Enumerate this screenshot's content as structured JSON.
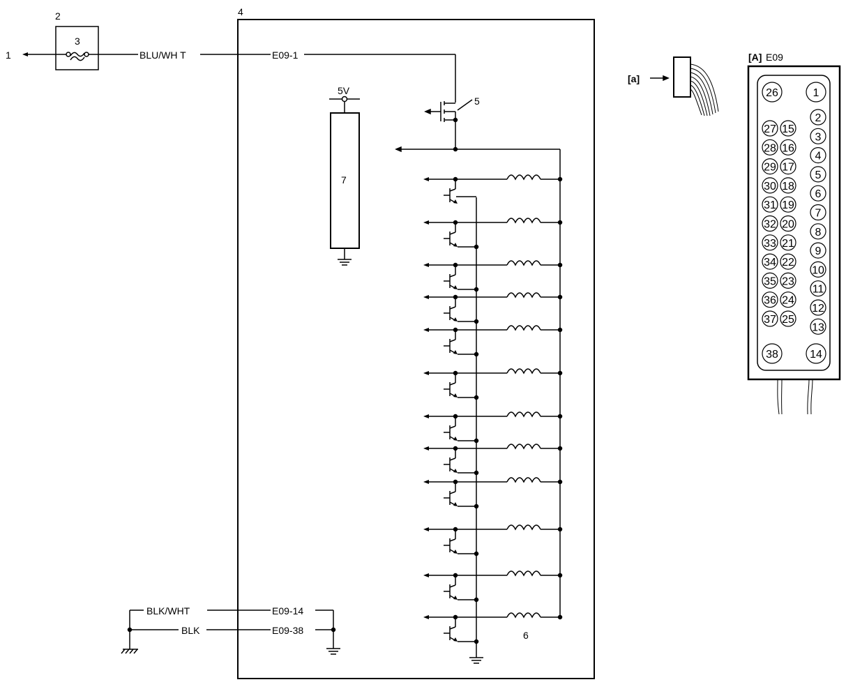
{
  "callouts": {
    "c1": "1",
    "c2": "2",
    "c3": "3",
    "c4": "4",
    "c5": "5",
    "c6": "6",
    "c7": "7"
  },
  "wires": {
    "top": "BLU/WH T",
    "ground1": "BLK/WHT",
    "ground2": "BLK"
  },
  "terminals": {
    "supply": "E09-1",
    "ground1": "E09-14",
    "ground2": "E09-38"
  },
  "supply_label": "5V",
  "connector": {
    "ref_label": "[a]",
    "tag": "[A]",
    "name": "E09",
    "top_pins": [
      "26",
      "1"
    ],
    "right_column": [
      "2",
      "3",
      "4",
      "5",
      "6",
      "7",
      "8",
      "9",
      "10",
      "11",
      "12",
      "13"
    ],
    "left_column_a": [
      "27",
      "28",
      "29",
      "30",
      "31",
      "32",
      "33",
      "34",
      "35",
      "36",
      "37"
    ],
    "left_column_b": [
      "15",
      "16",
      "17",
      "18",
      "19",
      "20",
      "21",
      "22",
      "23",
      "24",
      "25"
    ],
    "bottom_pins": [
      "38",
      "14"
    ]
  }
}
